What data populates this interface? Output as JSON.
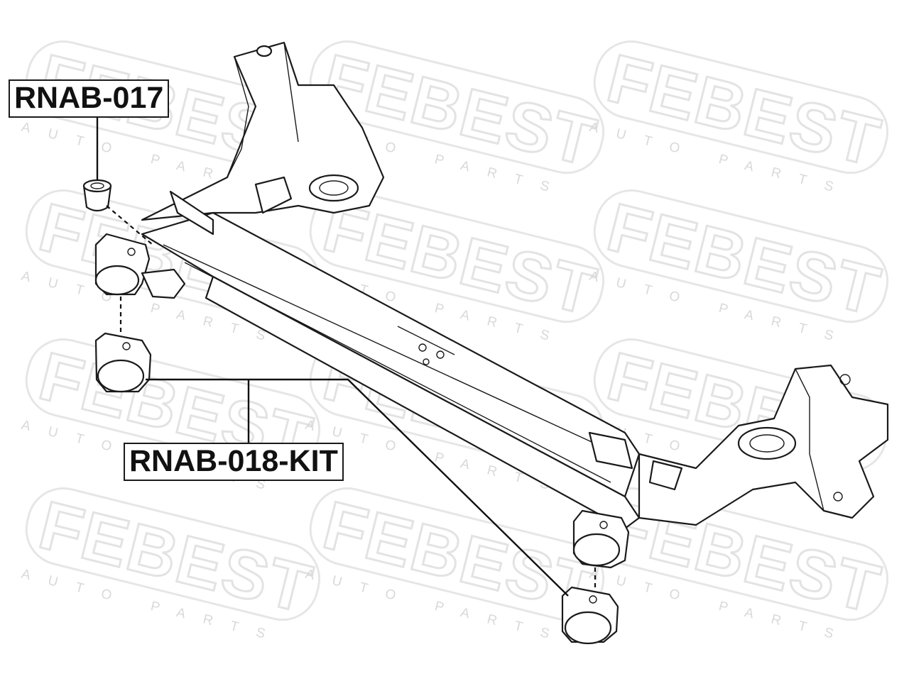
{
  "labels": {
    "part1": "RNAB-017",
    "part2": "RNAB-018-KIT"
  },
  "watermark": {
    "brand": "FEBEST",
    "tagline": "AUTO PARTS"
  },
  "colors": {
    "line": "#1a1a1a",
    "watermark": "#e3e3e3",
    "background": "#ffffff"
  }
}
